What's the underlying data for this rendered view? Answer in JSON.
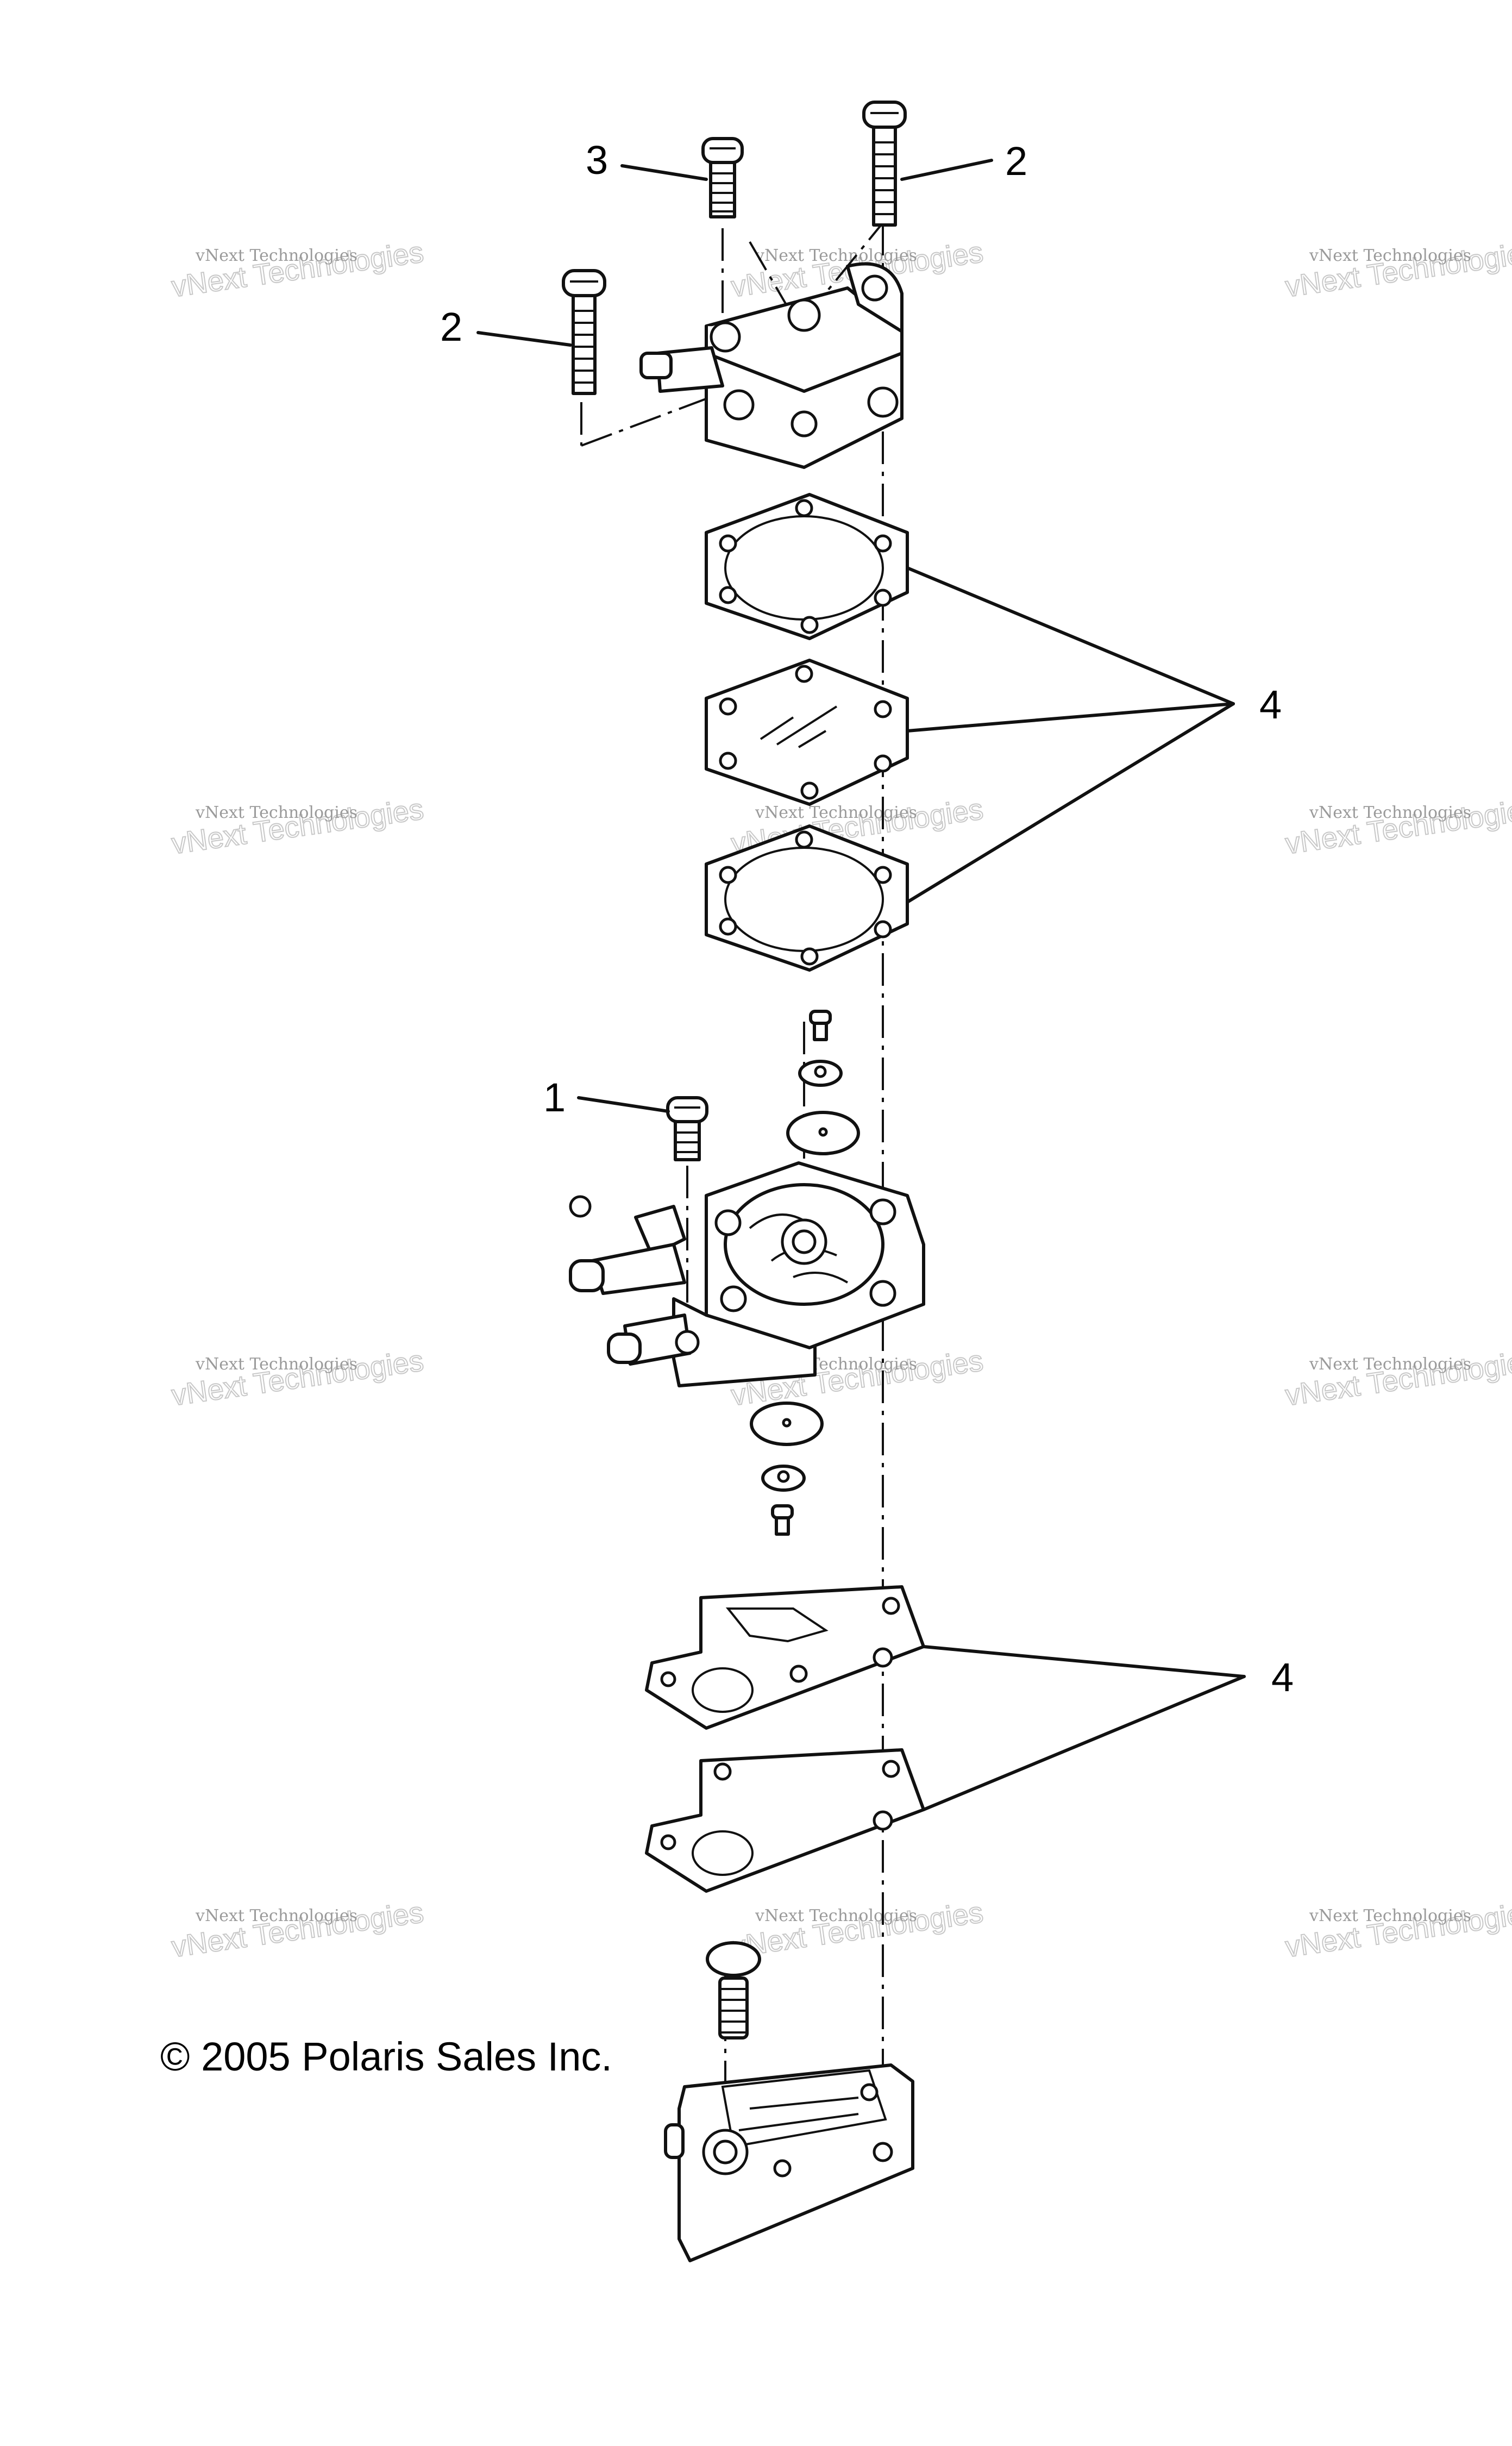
{
  "callouts": [
    "3",
    "2",
    "2",
    "4",
    "1",
    "4"
  ],
  "copyright": "© 2005 Polaris Sales Inc.",
  "watermark": {
    "line1": "vNext Technologies",
    "line2": "vNext Technologies"
  }
}
